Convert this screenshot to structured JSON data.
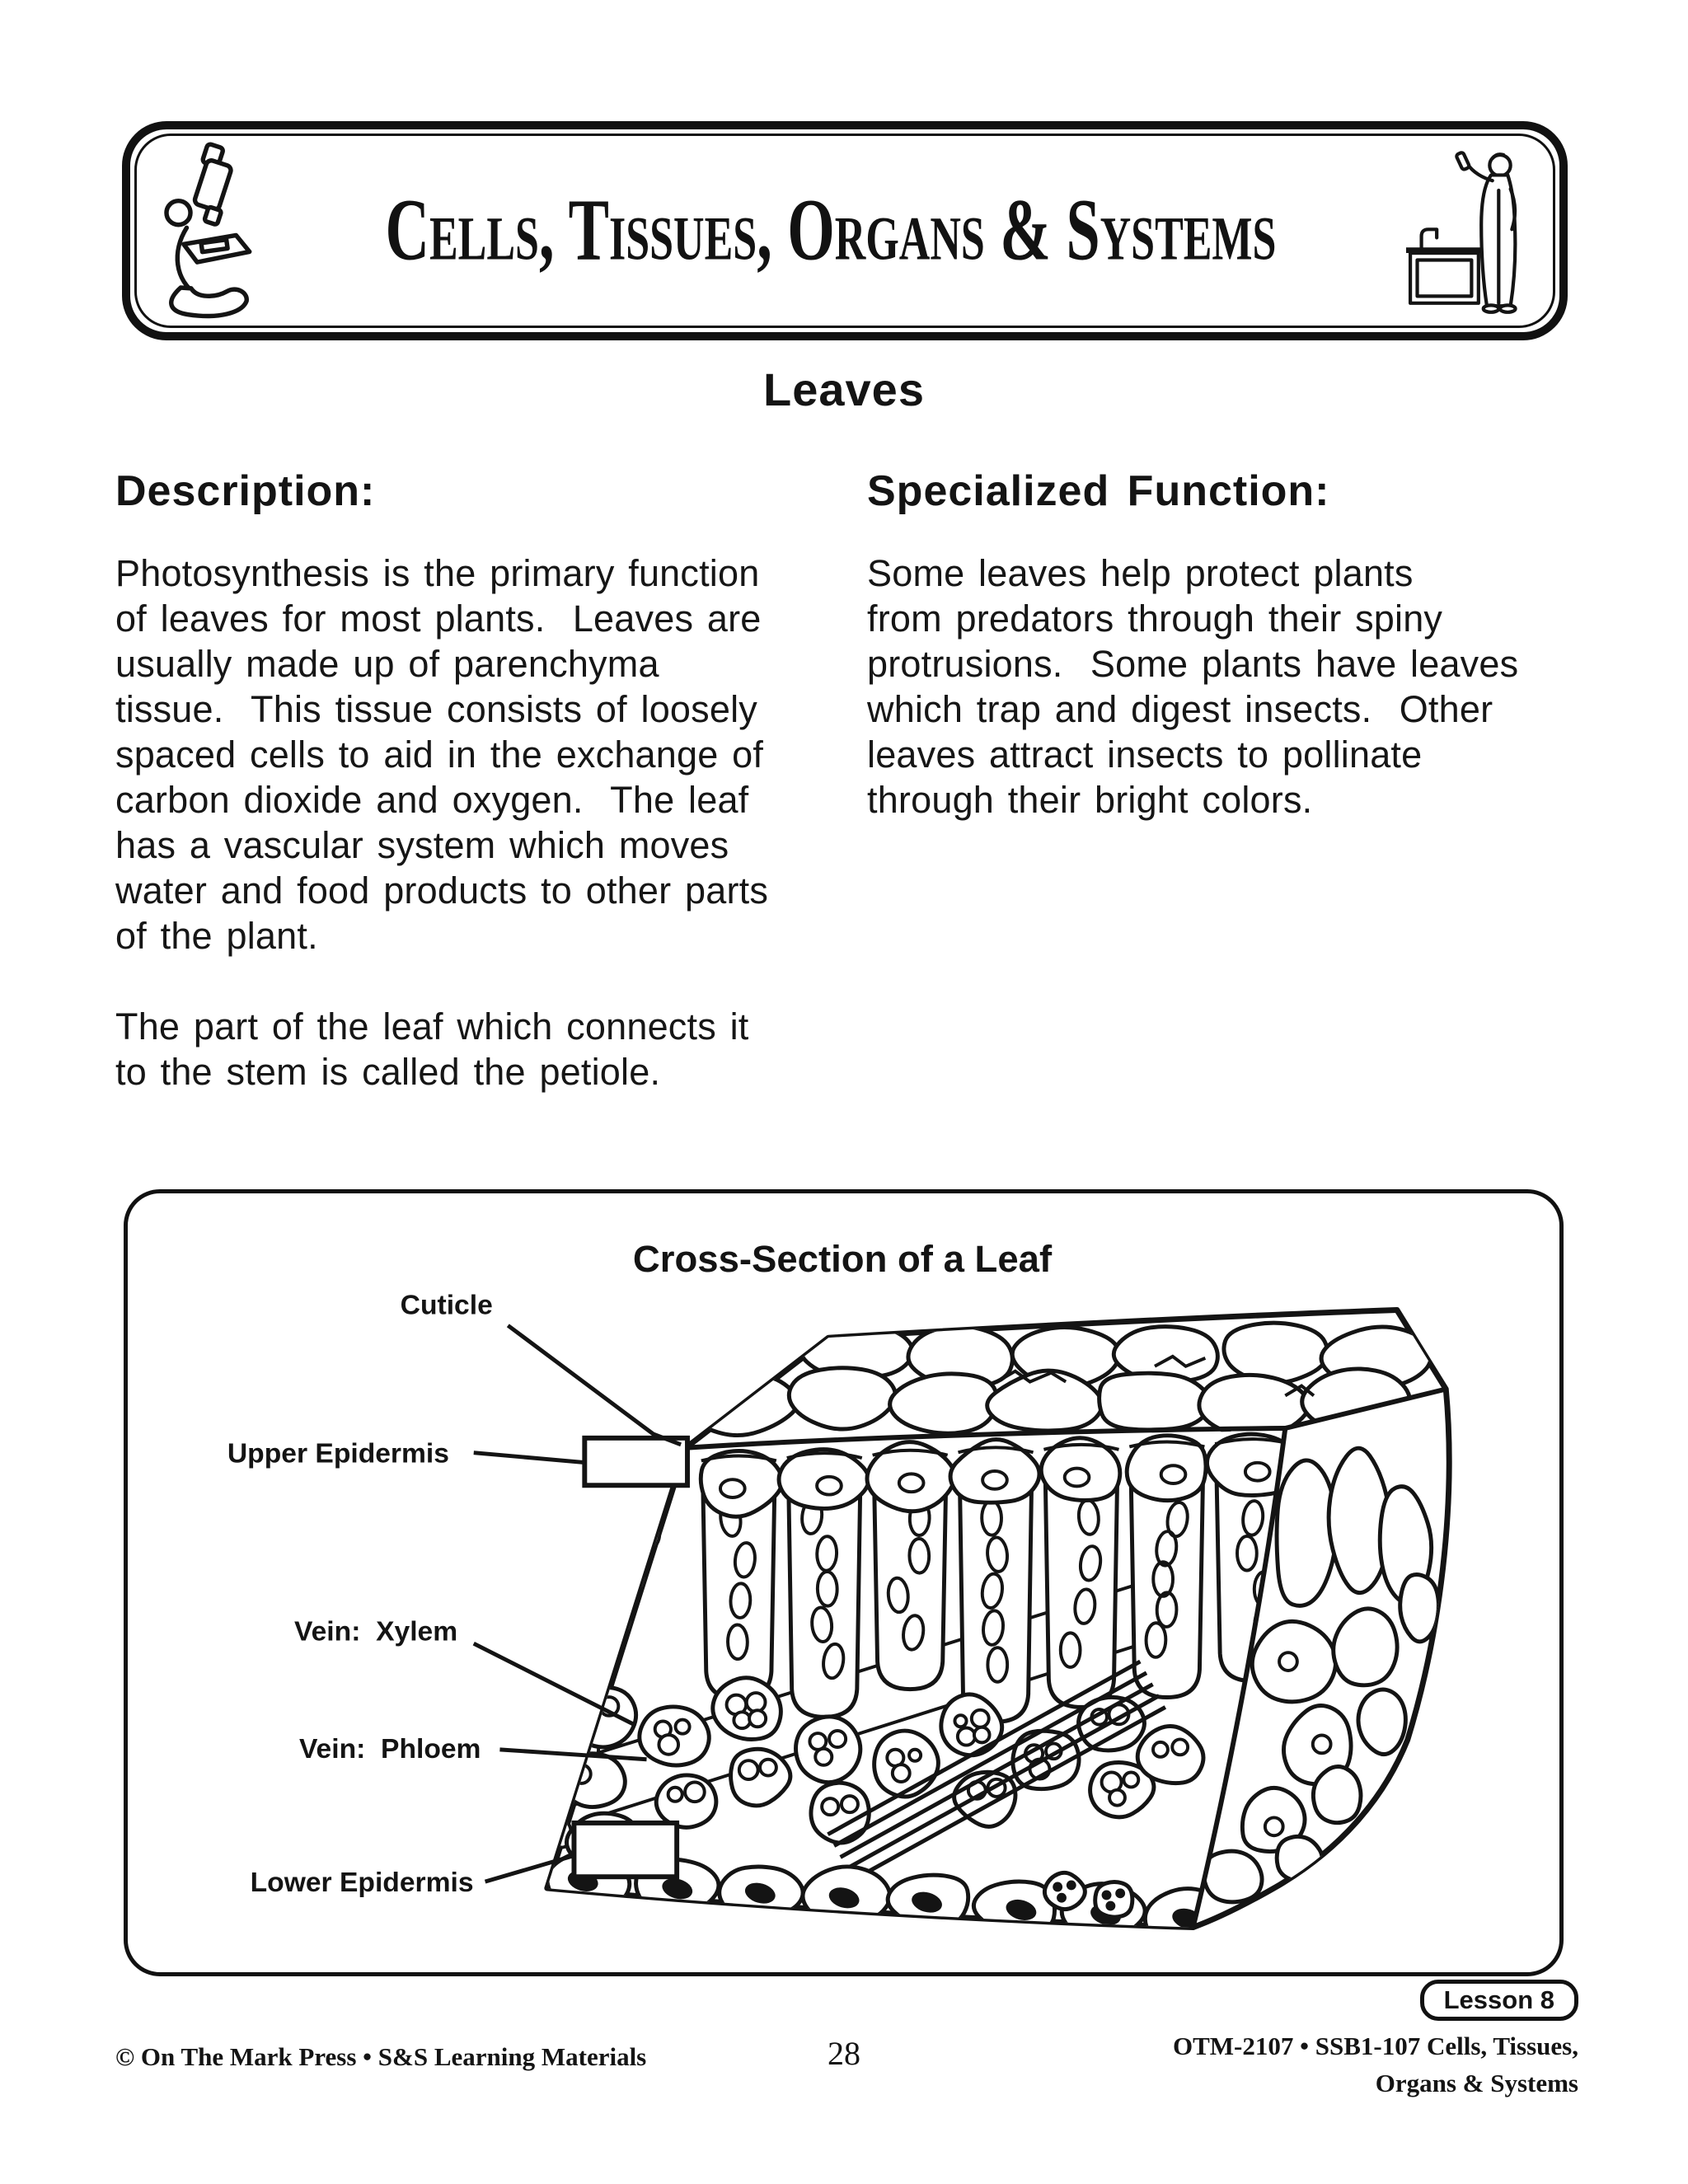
{
  "banner": {
    "title": "Cells, Tissues, Organs & Systems"
  },
  "page_title": "Leaves",
  "sections": {
    "description": {
      "heading": "Description:",
      "paragraph1": "Photosynthesis is the primary function\nof leaves for most plants.  Leaves are\nusually made up of parenchyma\ntissue.  This tissue consists of loosely\nspaced cells to aid in the exchange of\ncarbon dioxide and oxygen.  The leaf\nhas a vascular system which moves\nwater and food products to other parts\nof the plant.",
      "paragraph2": "The part of the leaf which connects it\nto the stem is called the petiole."
    },
    "specialized": {
      "heading": "Specialized Function:",
      "paragraph": "Some leaves help protect plants\nfrom predators through their spiny\nprotrusions.  Some plants have leaves\nwhich trap and digest insects.  Other\nleaves attract insects to pollinate\nthrough their bright colors."
    }
  },
  "diagram": {
    "title": "Cross-Section of a Leaf",
    "labels": {
      "cuticle": "Cuticle",
      "upper_epidermis": "Upper Epidermis",
      "vein_xylem": "Vein:  Xylem",
      "vein_phloem": "Vein:  Phloem",
      "lower_epidermis": "Lower Epidermis"
    },
    "ink_color": "#141414"
  },
  "footer": {
    "publisher": "© On The Mark Press • S&S Learning Materials",
    "page_number": "28",
    "lesson_badge": "Lesson 8",
    "code_line1": "OTM-2107 • SSB1-107 Cells, Tissues,",
    "code_line2": "Organs & Systems"
  }
}
